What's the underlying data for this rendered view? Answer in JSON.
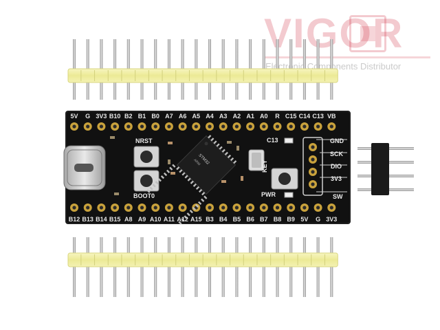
{
  "watermark": {
    "brand": "VIGOR",
    "tagline": "Electronic Components Distributor"
  },
  "board": {
    "top_pins": [
      "5V",
      "G",
      "3V3",
      "B10",
      "B2",
      "B1",
      "B0",
      "A7",
      "A6",
      "A5",
      "A4",
      "A3",
      "A2",
      "A1",
      "A0",
      "R",
      "C15",
      "C14",
      "C13",
      "VB"
    ],
    "bottom_pins": [
      "B12",
      "B13",
      "B14",
      "B15",
      "A8",
      "A9",
      "A10",
      "A11",
      "A12",
      "A15",
      "B3",
      "B4",
      "B5",
      "B6",
      "B7",
      "B8",
      "B9",
      "5V",
      "G",
      "3V3"
    ],
    "button_labels": {
      "reset": "NRST",
      "boot": "BOOT0",
      "key": "KEY"
    },
    "led_labels": {
      "user": "C13",
      "power": "PWR"
    },
    "swd_pins": [
      "GND",
      "SCK",
      "DIO",
      "3V3"
    ],
    "swd_title": "SW"
  },
  "colors": {
    "pcb": "#111111",
    "header_plastic": "#f2f0a0",
    "pin_metal": "#b8b8b8",
    "pad_gold": "#c9a23c",
    "watermark": "#d54054"
  }
}
